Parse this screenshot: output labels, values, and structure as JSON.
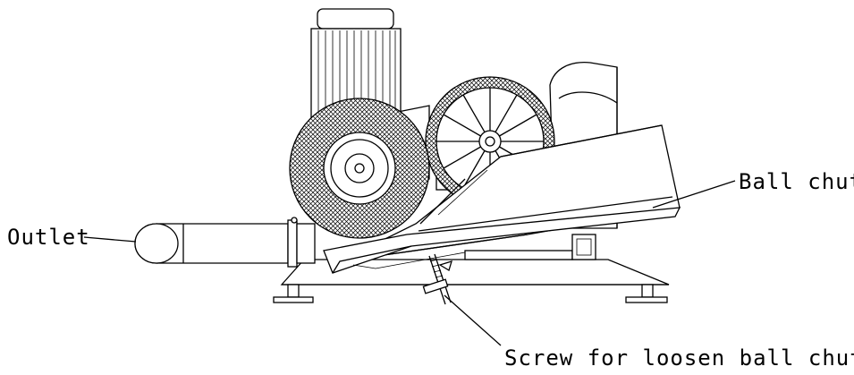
{
  "labels": {
    "outlet": "Outlet",
    "ball_chute": "Ball chute",
    "screw": "Screw for loosen ball chute"
  },
  "colors": {
    "line": "#000000",
    "background": "#ffffff"
  }
}
